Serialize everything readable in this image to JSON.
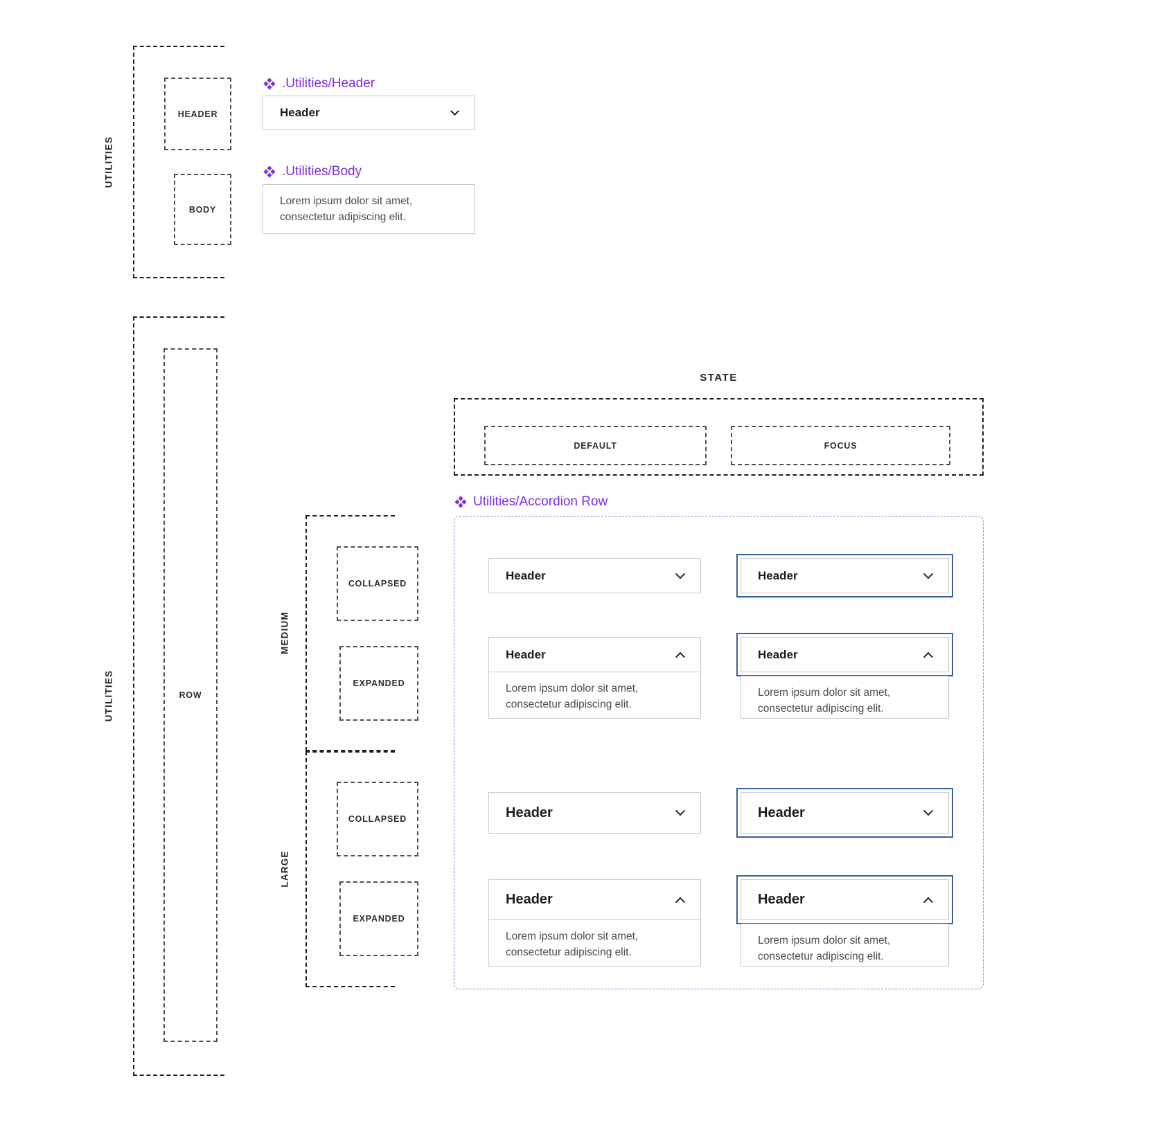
{
  "annotations": {
    "utilities_top": "UTILITIES",
    "utilities_bottom": "UTILITIES",
    "header_slot": "HEADER",
    "body_slot": "BODY",
    "row_slot": "ROW",
    "medium": "MEDIUM",
    "large": "LARGE",
    "collapsed_medium": "COLLAPSED",
    "expanded_medium": "EXPANDED",
    "collapsed_large": "COLLAPSED",
    "expanded_large": "EXPANDED",
    "state": "STATE",
    "default": "DEFAULT",
    "focus": "FOCUS"
  },
  "components": {
    "header_util": {
      "label": ".Utilities/Header",
      "header_text": "Header"
    },
    "body_util": {
      "label": ".Utilities/Body",
      "body_text": "Lorem ipsum dolor sit amet, consectetur adipiscing elit."
    },
    "accordion_row": {
      "label": "Utilities/Accordion Row",
      "header_text": "Header",
      "body_text": "Lorem ipsum dolor sit amet, consectetur adipiscing elit."
    }
  },
  "colors": {
    "component_purple": "#7c2edf",
    "variants_border_purple": "#8578ec",
    "focus_ring_blue": "#35619e",
    "preview_border_gray": "#c9c9c9",
    "header_text": "#1c1c1e",
    "body_text_gray": "#4b4b4b",
    "annotation_dash_dark": "#1f1f1f",
    "annotation_dash_gray": "#4f4f4f"
  }
}
